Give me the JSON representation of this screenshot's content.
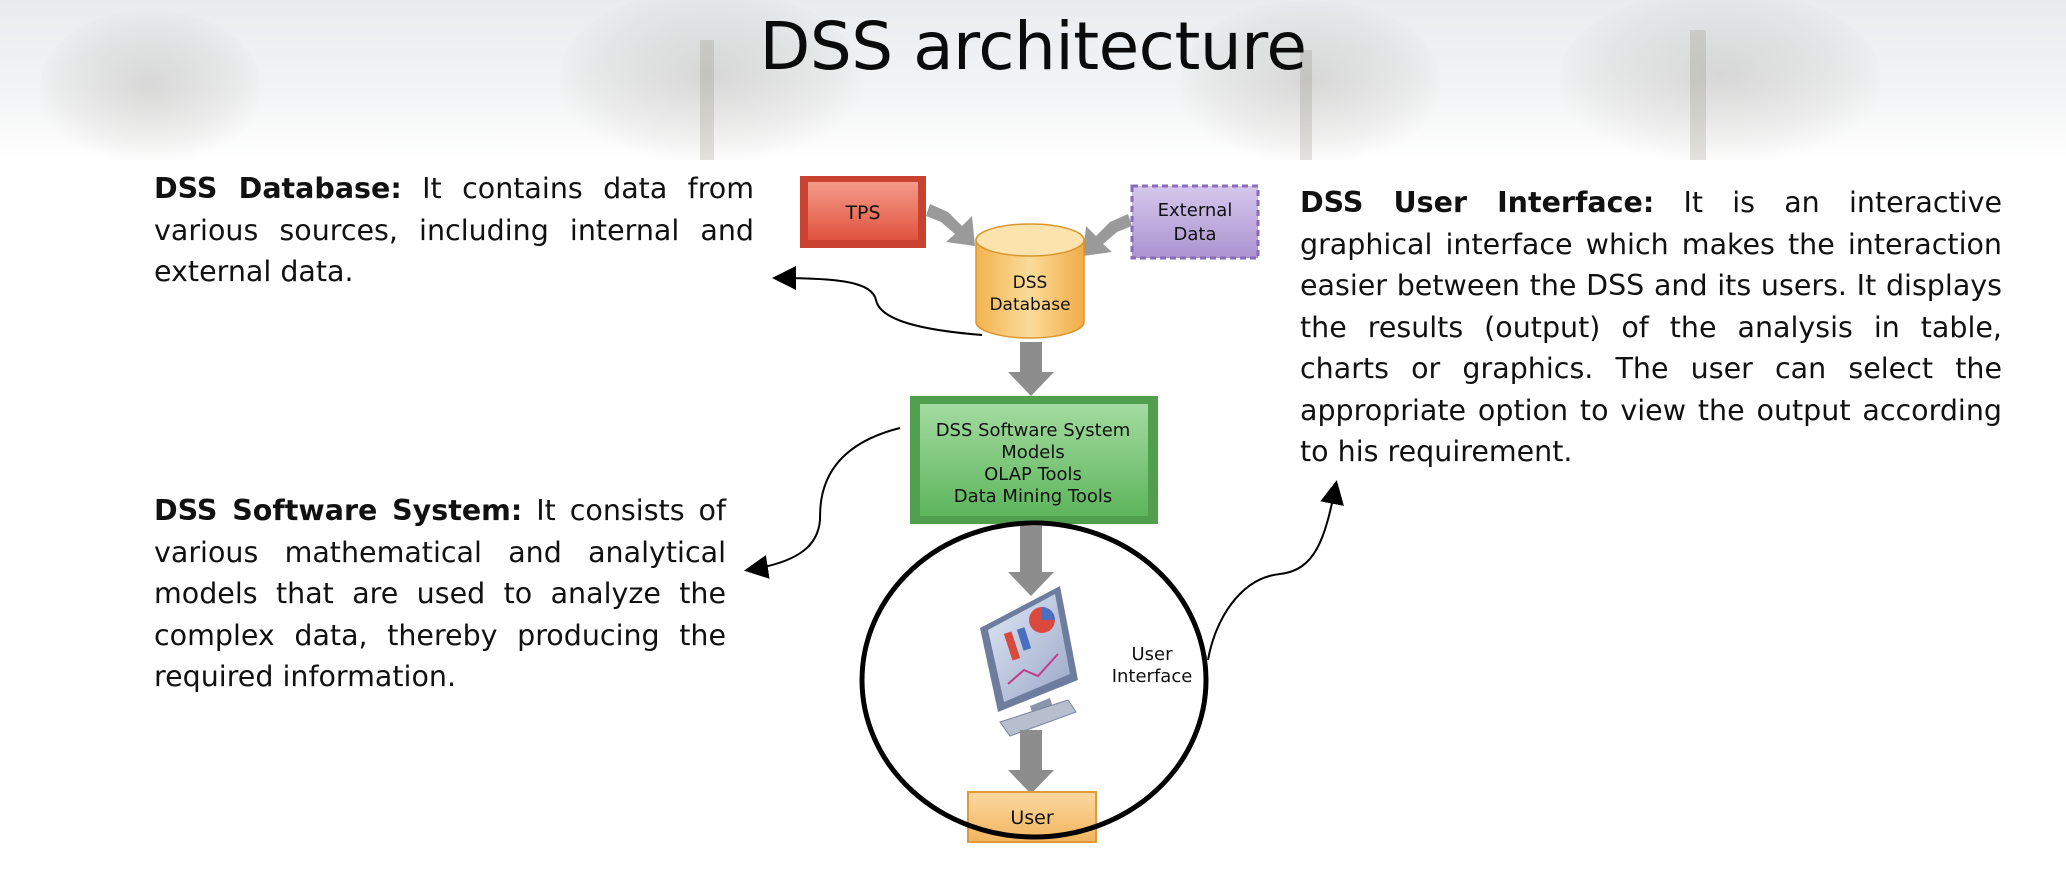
{
  "slide": {
    "title": "DSS architecture"
  },
  "paragraphs": {
    "database": {
      "heading": "DSS Database:",
      "text": " It contains data from various sources, including internal and external data."
    },
    "software": {
      "heading": "DSS Software System:",
      "text": " It consists of various mathematical and analytical models that are used to analyze the complex data, thereby producing the required information."
    },
    "interface": {
      "heading": "DSS User Interface:",
      "text": " It is an interactive graphical interface which makes the interaction easier between the DSS and its users. It displays the results (output) of the analysis in table, charts or graphics. The user can select the appropriate option to view the output according to his requirement."
    }
  },
  "diagram": {
    "tps": "TPS",
    "external_line1": "External",
    "external_line2": "Data",
    "database_line1": "DSS",
    "database_line2": "Database",
    "software_line1": "DSS Software System",
    "software_line2": "Models",
    "software_line3": "OLAP Tools",
    "software_line4": "Data Mining Tools",
    "ui_line1": "User",
    "ui_line2": "Interface",
    "user": "User"
  },
  "colors": {
    "tps_fill": "#e8604c",
    "external_fill": "#b9a4d8",
    "database_fill": "#f7c46a",
    "software_fill": "#6cbf6c",
    "user_fill": "#f7c77e",
    "arrow_gray": "#8d8d8d"
  }
}
